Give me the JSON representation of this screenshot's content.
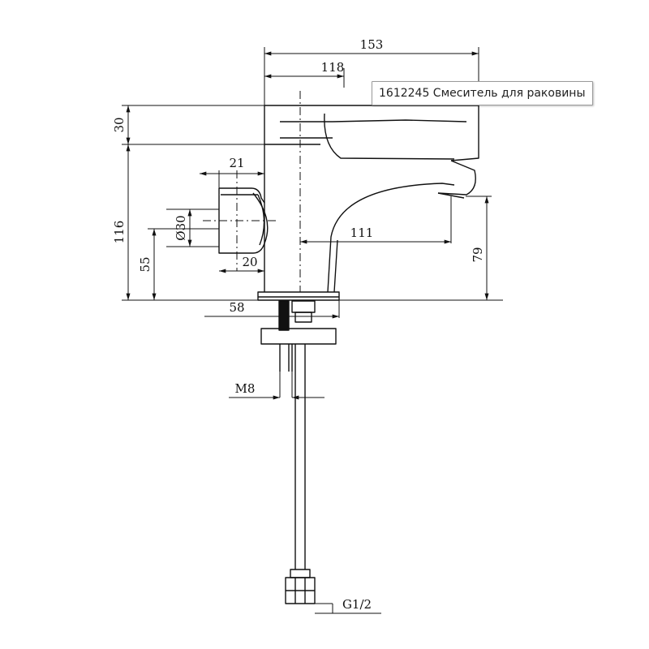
{
  "caption": {
    "text": "1612245 Смеситель для раковины"
  },
  "dimensions": {
    "total_length": "153",
    "spout_reach": "118",
    "lever_height": "30",
    "handle_width": "21",
    "handle_diameter": "Ø30",
    "body_height": "116",
    "handle_axis_height": "55",
    "handle_depth": "20",
    "spout_projection": "111",
    "spout_height": "79",
    "base_width": "58",
    "stud_thread": "M8",
    "hose_thread": "G1/2"
  }
}
